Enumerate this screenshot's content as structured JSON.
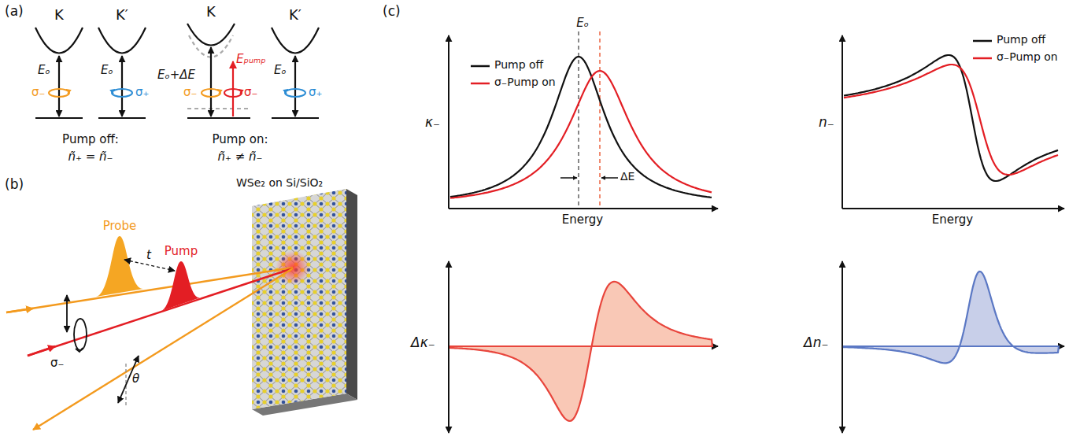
{
  "diagram": {
    "labels": [
      "(a)",
      "K",
      "K′",
      "Eₒ",
      "σ₋",
      "Eₒ",
      "σ₊",
      "Pump off:",
      "ñ₊ = ñ₋",
      "K",
      "K′",
      "Eₒ+ΔE",
      "Eₚᵤₘₚ",
      "σ₋",
      "σ₋",
      "Eₒ",
      "σ₊",
      "Pump on:",
      "ñ₊ ≠ ñ₋",
      "(b)",
      "WSe₂ on Si/SiO₂",
      "Probe",
      "Pump",
      "t",
      "σ₋",
      "θ",
      "(c)",
      "Eₒ",
      "κ₋",
      "Energy",
      "ΔE",
      "n₋",
      "Energy",
      "Δκ₋",
      "Δn₋"
    ],
    "legend": [
      {
        "text": "Pump off"
      },
      {
        "text": "σ₋Pump on"
      },
      {
        "text": "Pump off"
      },
      {
        "text": "σ₋Pump on"
      }
    ]
  }
}
